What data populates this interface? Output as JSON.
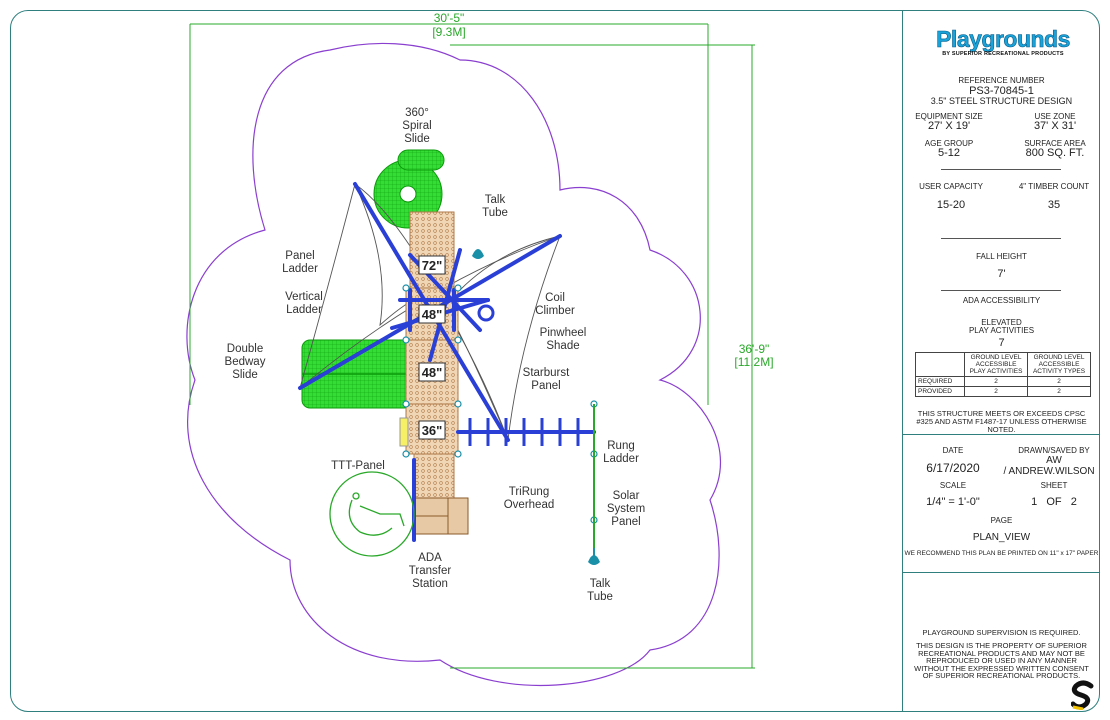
{
  "plan": {
    "width_dim": "30'-5\"",
    "width_metric": "[9.3M]",
    "height_dim": "36'-9\"",
    "height_metric": "[11.2M]",
    "labels": {
      "spiral_slide": [
        "360°",
        "Spiral",
        "Slide"
      ],
      "talk_tube_top": [
        "Talk",
        "Tube"
      ],
      "panel_ladder": [
        "Panel",
        "Ladder"
      ],
      "vertical_ladder": [
        "Vertical",
        "Ladder"
      ],
      "coil_climber": [
        "Coil",
        "Climber"
      ],
      "pinwheel_shade": [
        "Pinwheel",
        "Shade"
      ],
      "double_bedway_slide": [
        "Double",
        "Bedway",
        "Slide"
      ],
      "starburst_panel": [
        "Starburst",
        "Panel"
      ],
      "rung_ladder": [
        "Rung",
        "Ladder"
      ],
      "ttt_panel": [
        "TTT-Panel"
      ],
      "trirung_overhead": [
        "TriRung",
        "Overhead"
      ],
      "solar_system_panel": [
        "Solar",
        "System",
        "Panel"
      ],
      "ada_transfer_station": [
        "ADA",
        "Transfer",
        "Station"
      ],
      "talk_tube_bottom": [
        "Talk",
        "Tube"
      ]
    },
    "decks": [
      "72\"",
      "48\"",
      "48\"",
      "36\""
    ]
  },
  "title_block": {
    "brand": "Playgrounds",
    "brand_tagline": "BY SUPERIOR RECREATIONAL PRODUCTS",
    "reference_label": "REFERENCE NUMBER",
    "reference_number": "PS3-70845-1",
    "structure_design": "3.5\" STEEL STRUCTURE DESIGN",
    "equipment_size_label": "EQUIPMENT SIZE",
    "equipment_size": "27' X 19'",
    "use_zone_label": "USE ZONE",
    "use_zone": "37' X 31'",
    "age_group_label": "AGE GROUP",
    "age_group": "5-12",
    "surface_area_label": "SURFACE AREA",
    "surface_area": "800 SQ. FT.",
    "user_capacity_label": "USER CAPACITY",
    "user_capacity": "15-20",
    "timber_count_label": "4\" TIMBER COUNT",
    "timber_count": "35",
    "fall_height_label": "FALL HEIGHT",
    "fall_height": "7'",
    "ada_label": "ADA ACCESSIBILITY",
    "elevated_label": "ELEVATED",
    "play_activities_label": "PLAY ACTIVITIES",
    "elevated_count": "7",
    "ada_table": {
      "headers": [
        "",
        "GROUND LEVEL ACCESSIBLE PLAY ACTIVITIES",
        "GROUND LEVEL ACCESSIBLE ACTIVITY TYPES"
      ],
      "rows": [
        {
          "label": "REQUIRED",
          "a": "2",
          "b": "2"
        },
        {
          "label": "PROVIDED",
          "a": "2",
          "b": "2"
        }
      ]
    },
    "compliance": "THIS STRUCTURE MEETS OR EXCEEDS CPSC #325 AND ASTM F1487-17 UNLESS OTHERWISE NOTED.",
    "date_label": "DATE",
    "date": "6/17/2020",
    "drawn_label": "DRAWN/SAVED BY",
    "drawn_initials": "AW",
    "drawn_name": "/ ANDREW.WILSON",
    "scale_label": "SCALE",
    "scale": "1/4\" = 1'-0\"",
    "sheet_label": "SHEET",
    "sheet": "1   OF   2",
    "page_label": "PAGE",
    "page": "PLAN_VIEW",
    "print_note": "WE RECOMMEND THIS PLAN BE PRINTED ON 11\" x 17\" PAPER",
    "supervision": "PLAYGROUND SUPERVISION IS REQUIRED.",
    "property_note": "THIS DESIGN IS THE PROPERTY OF SUPERIOR RECREATIONAL PRODUCTS AND MAY NOT BE REPRODUCED OR USED IN ANY MANNER WITHOUT THE EXPRESSED WRITTEN CONSENT OF SUPERIOR RECREATIONAL PRODUCTS."
  },
  "colors": {
    "border": "#2f7f7f",
    "use_zone": "#8a3fcf",
    "dimension": "#2aa82a",
    "slide": "#33dd33",
    "structure": "#2a3fd6",
    "deck_fill": "#e8c9a6",
    "brand": "#19a3d8",
    "post": "#1a8fa8"
  }
}
